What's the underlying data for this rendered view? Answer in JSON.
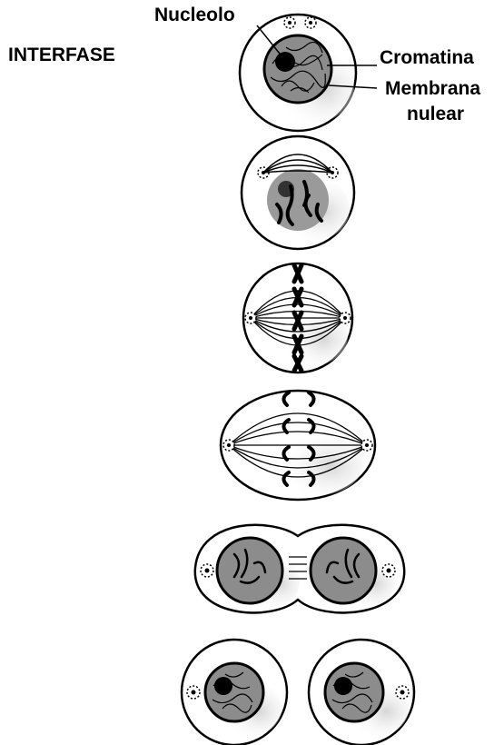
{
  "labels": {
    "interfase": "INTERFASE",
    "nucleolo": "Nucleolo",
    "cromatina": "Cromatina",
    "membrana": "Membrana",
    "nulear": "nulear"
  },
  "colors": {
    "ink": "#000000",
    "shading": "#c8c8c8",
    "nucleus_fill": "#8c8c8c",
    "background": "#ffffff"
  },
  "stages": [
    {
      "name": "interphase"
    },
    {
      "name": "prophase"
    },
    {
      "name": "metaphase"
    },
    {
      "name": "anaphase"
    },
    {
      "name": "telophase"
    },
    {
      "name": "daughter-cells"
    }
  ]
}
